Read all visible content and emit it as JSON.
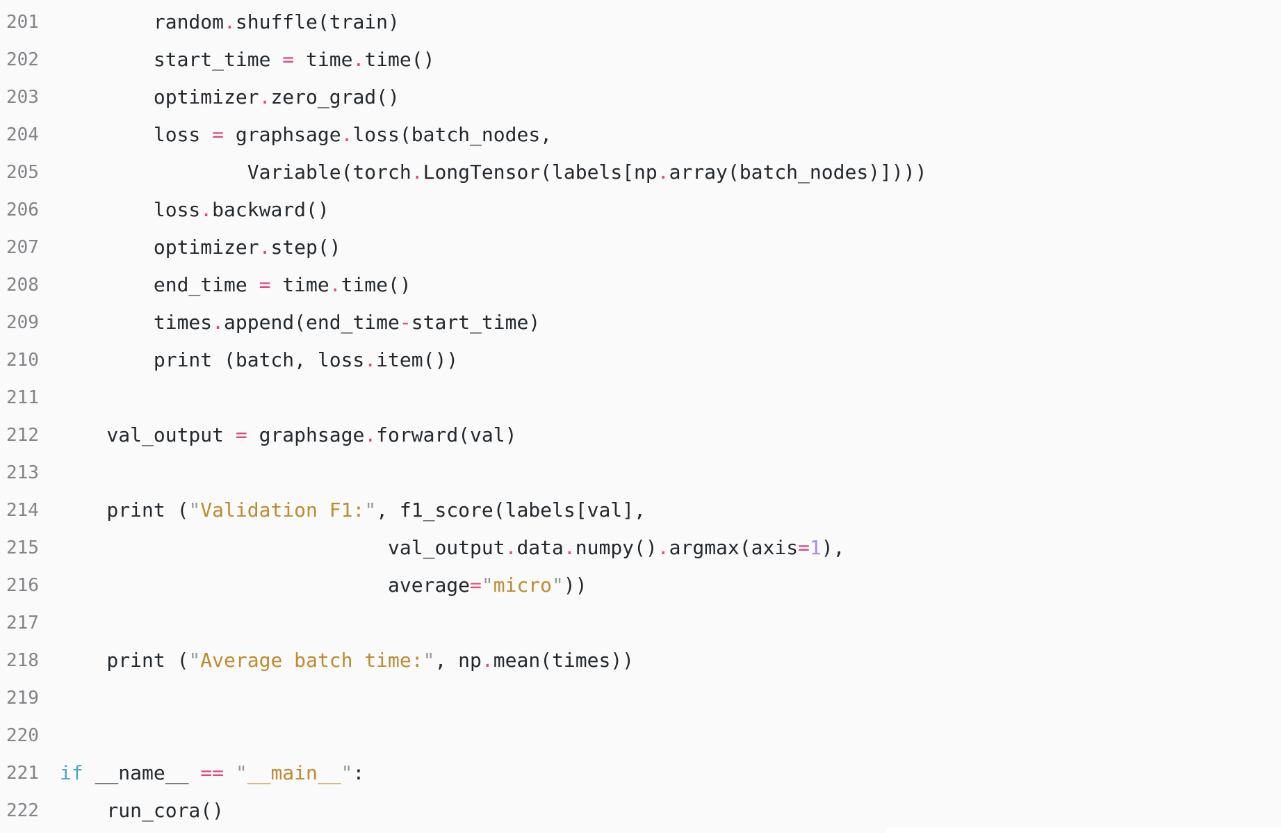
{
  "editor": {
    "type": "python-source-code-viewer",
    "background_color": "#fafafa",
    "corner_mask_color": "#ffffff",
    "line_number_color": "#818488",
    "token_colors": {
      "p": "#24292e",
      "o": "#e2487c",
      "k": "#4da6c9",
      "s": "#bf8b2e",
      "q": "#96989a",
      "n": "#ad87e6"
    },
    "token_legend": {
      "p": "plain-text",
      "o": "operator",
      "k": "keyword",
      "s": "string-content",
      "q": "string-quote",
      "n": "number"
    },
    "first_line_number": 201,
    "last_line_number": 222,
    "lines": [
      {
        "num": "201",
        "tokens": [
          [
            "p",
            "        random"
          ],
          [
            "o",
            "."
          ],
          [
            "p",
            "shuffle(train)"
          ]
        ]
      },
      {
        "num": "202",
        "tokens": [
          [
            "p",
            "        start_time "
          ],
          [
            "o",
            "="
          ],
          [
            "p",
            " time"
          ],
          [
            "o",
            "."
          ],
          [
            "p",
            "time()"
          ]
        ]
      },
      {
        "num": "203",
        "tokens": [
          [
            "p",
            "        optimizer"
          ],
          [
            "o",
            "."
          ],
          [
            "p",
            "zero_grad()"
          ]
        ]
      },
      {
        "num": "204",
        "tokens": [
          [
            "p",
            "        loss "
          ],
          [
            "o",
            "="
          ],
          [
            "p",
            " graphsage"
          ],
          [
            "o",
            "."
          ],
          [
            "p",
            "loss(batch_nodes,"
          ]
        ]
      },
      {
        "num": "205",
        "tokens": [
          [
            "p",
            "                Variable(torch"
          ],
          [
            "o",
            "."
          ],
          [
            "p",
            "LongTensor(labels[np"
          ],
          [
            "o",
            "."
          ],
          [
            "p",
            "array(batch_nodes)])))"
          ]
        ]
      },
      {
        "num": "206",
        "tokens": [
          [
            "p",
            "        loss"
          ],
          [
            "o",
            "."
          ],
          [
            "p",
            "backward()"
          ]
        ]
      },
      {
        "num": "207",
        "tokens": [
          [
            "p",
            "        optimizer"
          ],
          [
            "o",
            "."
          ],
          [
            "p",
            "step()"
          ]
        ]
      },
      {
        "num": "208",
        "tokens": [
          [
            "p",
            "        end_time "
          ],
          [
            "o",
            "="
          ],
          [
            "p",
            " time"
          ],
          [
            "o",
            "."
          ],
          [
            "p",
            "time()"
          ]
        ]
      },
      {
        "num": "209",
        "tokens": [
          [
            "p",
            "        times"
          ],
          [
            "o",
            "."
          ],
          [
            "p",
            "append(end_time"
          ],
          [
            "o",
            "-"
          ],
          [
            "p",
            "start_time)"
          ]
        ]
      },
      {
        "num": "210",
        "tokens": [
          [
            "p",
            "        print (batch, loss"
          ],
          [
            "o",
            "."
          ],
          [
            "p",
            "item())"
          ]
        ]
      },
      {
        "num": "211",
        "tokens": []
      },
      {
        "num": "212",
        "tokens": [
          [
            "p",
            "    val_output "
          ],
          [
            "o",
            "="
          ],
          [
            "p",
            " graphsage"
          ],
          [
            "o",
            "."
          ],
          [
            "p",
            "forward(val)"
          ]
        ]
      },
      {
        "num": "213",
        "tokens": []
      },
      {
        "num": "214",
        "tokens": [
          [
            "p",
            "    print ("
          ],
          [
            "q",
            "\""
          ],
          [
            "s",
            "Validation F1:"
          ],
          [
            "q",
            "\""
          ],
          [
            "p",
            ", f1_score(labels[val],"
          ]
        ]
      },
      {
        "num": "215",
        "tokens": [
          [
            "p",
            "                            val_output"
          ],
          [
            "o",
            "."
          ],
          [
            "p",
            "data"
          ],
          [
            "o",
            "."
          ],
          [
            "p",
            "numpy()"
          ],
          [
            "o",
            "."
          ],
          [
            "p",
            "argmax(axis"
          ],
          [
            "o",
            "="
          ],
          [
            "n",
            "1"
          ],
          [
            "p",
            "),"
          ]
        ]
      },
      {
        "num": "216",
        "tokens": [
          [
            "p",
            "                            average"
          ],
          [
            "o",
            "="
          ],
          [
            "q",
            "\""
          ],
          [
            "s",
            "micro"
          ],
          [
            "q",
            "\""
          ],
          [
            "p",
            "))"
          ]
        ]
      },
      {
        "num": "217",
        "tokens": []
      },
      {
        "num": "218",
        "tokens": [
          [
            "p",
            "    print ("
          ],
          [
            "q",
            "\""
          ],
          [
            "s",
            "Average batch time:"
          ],
          [
            "q",
            "\""
          ],
          [
            "p",
            ", np"
          ],
          [
            "o",
            "."
          ],
          [
            "p",
            "mean(times))"
          ]
        ]
      },
      {
        "num": "219",
        "tokens": []
      },
      {
        "num": "220",
        "tokens": []
      },
      {
        "num": "221",
        "tokens": [
          [
            "k",
            "if"
          ],
          [
            "p",
            " __name__ "
          ],
          [
            "o",
            "=="
          ],
          [
            "p",
            " "
          ],
          [
            "q",
            "\""
          ],
          [
            "s",
            "__main__"
          ],
          [
            "q",
            "\""
          ],
          [
            "p",
            ":"
          ]
        ]
      },
      {
        "num": "222",
        "tokens": [
          [
            "p",
            "    run_cora()"
          ]
        ]
      }
    ]
  }
}
